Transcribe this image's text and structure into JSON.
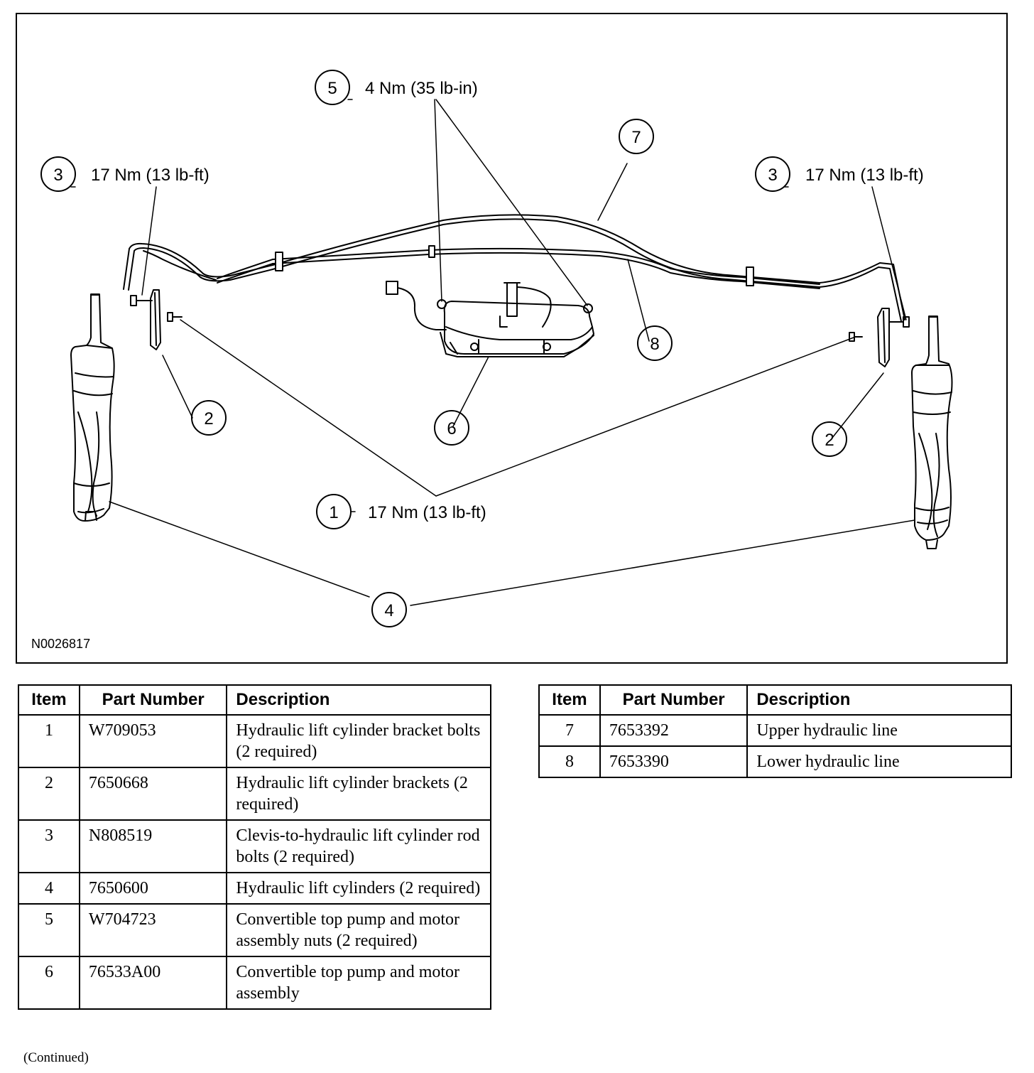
{
  "figure": {
    "id": "N0026817",
    "callouts": [
      {
        "num": "5",
        "torque": "4 Nm (35 lb-in)"
      },
      {
        "num": "3",
        "torque": "17 Nm (13 lb-ft)"
      },
      {
        "num": "3",
        "torque": "17 Nm (13 lb-ft)"
      },
      {
        "num": "1",
        "torque": "17 Nm (13 lb-ft)"
      },
      {
        "num": "7"
      },
      {
        "num": "8"
      },
      {
        "num": "2"
      },
      {
        "num": "2"
      },
      {
        "num": "6"
      },
      {
        "num": "4"
      }
    ]
  },
  "table_left": {
    "headers": [
      "Item",
      "Part Number",
      "Description"
    ],
    "rows": [
      {
        "item": "1",
        "part": "W709053",
        "desc": "Hydraulic lift cylinder bracket bolts (2 required)"
      },
      {
        "item": "2",
        "part": "7650668",
        "desc": "Hydraulic lift cylinder brackets (2 required)"
      },
      {
        "item": "3",
        "part": "N808519",
        "desc": "Clevis-to-hydraulic lift cylinder rod bolts (2 required)"
      },
      {
        "item": "4",
        "part": "7650600",
        "desc": "Hydraulic lift cylinders (2 required)"
      },
      {
        "item": "5",
        "part": "W704723",
        "desc": "Convertible top pump and motor assembly nuts (2 required)"
      },
      {
        "item": "6",
        "part": "76533A00",
        "desc": "Convertible top pump and motor assembly"
      }
    ]
  },
  "table_right": {
    "headers": [
      "Item",
      "Part Number",
      "Description"
    ],
    "rows": [
      {
        "item": "7",
        "part": "7653392",
        "desc": "Upper hydraulic line"
      },
      {
        "item": "8",
        "part": "7653390",
        "desc": "Lower hydraulic line"
      }
    ]
  },
  "footer": {
    "continued": "(Continued)"
  }
}
